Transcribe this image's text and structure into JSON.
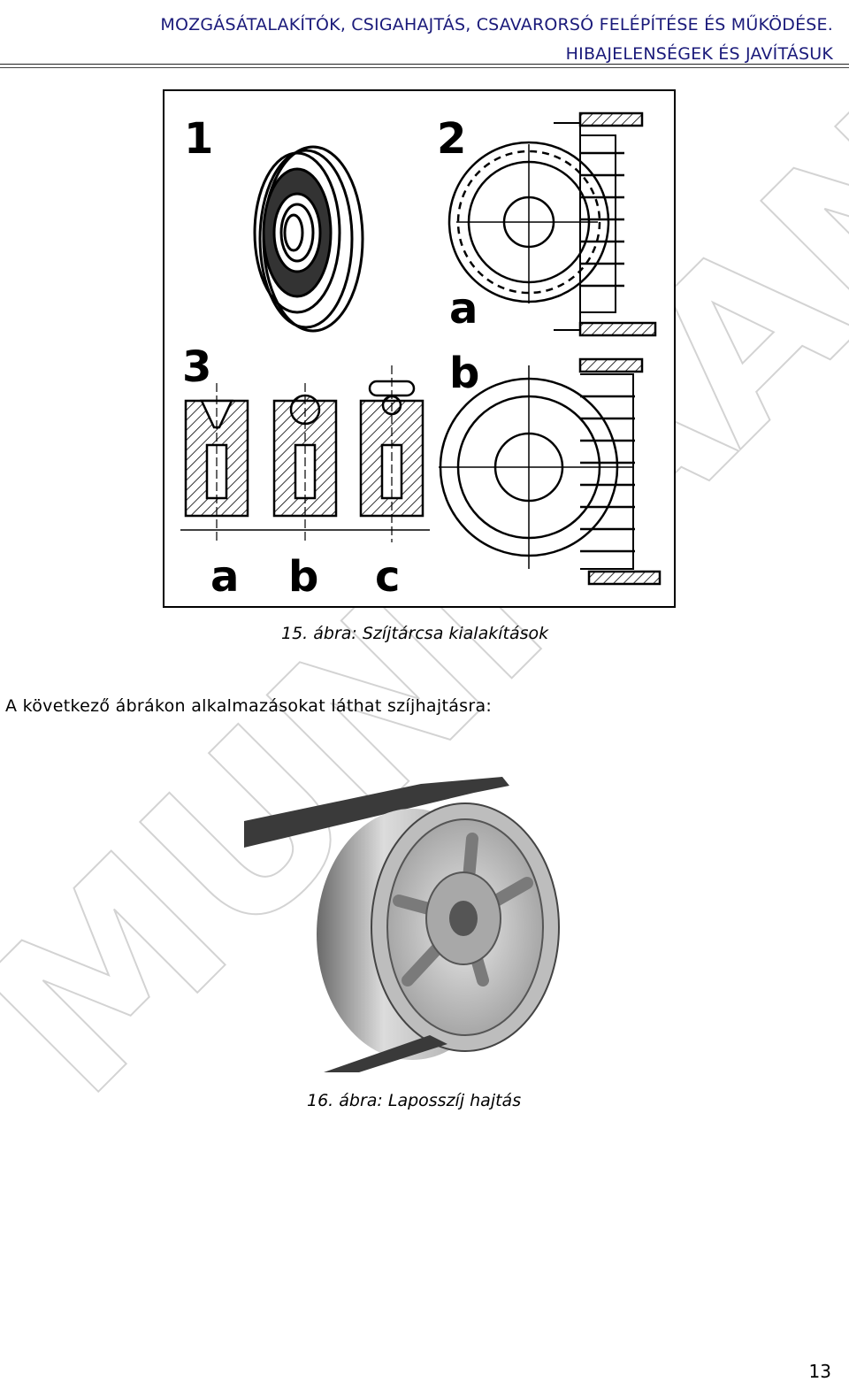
{
  "header": {
    "line1": "MOZGÁSÁTALAKÍTÓK, CSIGAHAJTÁS, CSAVARORSÓ FELÉPÍTÉSE ÉS MŰKÖDÉSE.",
    "line2": "HIBAJELENSÉGEK ÉS JAVÍTÁSUK"
  },
  "figure1": {
    "caption": "15. ábra: Szíjtárcsa kialakítások",
    "labels": {
      "n1": "1",
      "n2": "2",
      "n3": "3",
      "a_top": "a",
      "b_top": "b",
      "a_bottom": "a",
      "b_bottom": "b",
      "c_bottom": "c"
    }
  },
  "body_text": "A következő ábrákon alkalmazásokat láthat szíjhajtásra:",
  "figure2": {
    "caption": "16. ábra: Laposszíj hajtás"
  },
  "watermark": "MUNKAANYAG",
  "page_number": "13",
  "colors": {
    "header_text": "#1a1a7a",
    "watermark": "#d4d4d4"
  }
}
